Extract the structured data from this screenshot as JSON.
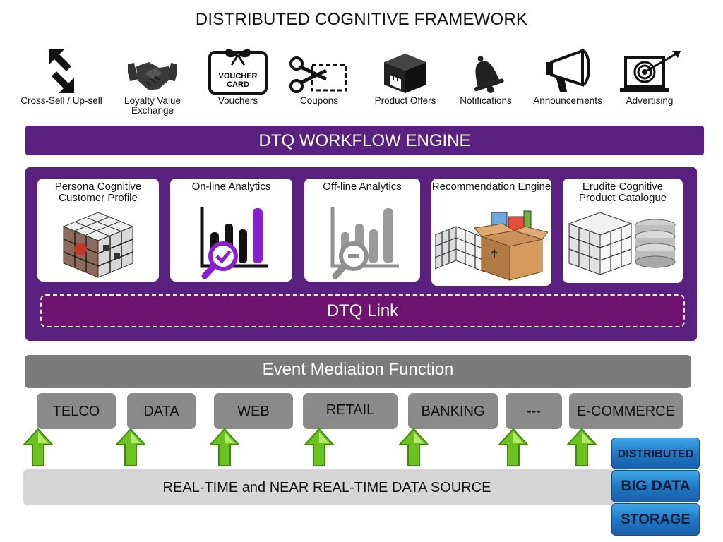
{
  "title": "DISTRIBUTED COGNITIVE FRAMEWORK",
  "channels": [
    {
      "label": "Cross-Sell / Up-sell",
      "icon": "cross-sell-arrows-icon"
    },
    {
      "label": "Loyalty Value Exchange",
      "icon": "handshake-icon"
    },
    {
      "label": "Vouchers",
      "icon": "voucher-card-icon"
    },
    {
      "label": "Coupons",
      "icon": "scissors-coupon-icon"
    },
    {
      "label": "Product Offers",
      "icon": "product-box-icon"
    },
    {
      "label": "Notifications",
      "icon": "bell-icon"
    },
    {
      "label": "Announcements",
      "icon": "megaphone-icon"
    },
    {
      "label": "Advertising",
      "icon": "target-laptop-icon"
    }
  ],
  "voucher_icon_text": [
    "VOUCHER",
    "CARD"
  ],
  "workflow_engine": "DTQ WORKFLOW ENGINE",
  "modules": [
    {
      "title": "Persona Cognitive Customer Profile",
      "icon": "persona-cube-icon"
    },
    {
      "title": "On-line Analytics",
      "icon": "online-analytics-chart-icon"
    },
    {
      "title": "Off-line Analytics",
      "icon": "offline-analytics-chart-icon"
    },
    {
      "title": "Recommendation Engine",
      "icon": "recommendation-box-icon"
    },
    {
      "title": "Erudite Cognitive Product Catalogue",
      "icon": "catalogue-database-icon"
    }
  ],
  "dtq_link": "DTQ Link",
  "event_mediation": "Event Mediation Function",
  "sources": [
    "TELCO",
    "DATA",
    "WEB",
    "RETAIL",
    "BANKING",
    "---",
    "E-COMMERCE"
  ],
  "data_source": "REAL-TIME and NEAR REAL-TIME DATA SOURCE",
  "big_data": [
    "DISTRIBUTED",
    "BIG DATA",
    "STORAGE"
  ],
  "colors": {
    "purple": "#5a2080",
    "link_magenta": "#6e1370",
    "mediation_gray": "#7b7b7b",
    "source_gray": "#8a8a8a",
    "arrow_green": "#6cc21f",
    "storage_blue": "#1d76c3"
  }
}
